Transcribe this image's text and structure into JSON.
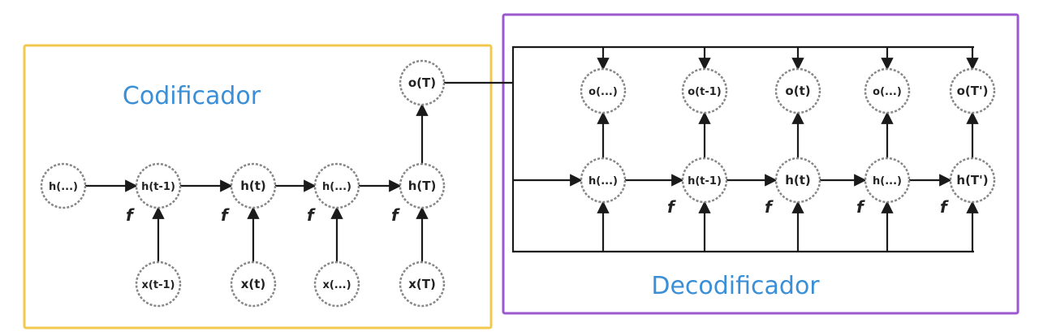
{
  "colors": {
    "encoder_border": "#f2c94c",
    "decoder_border": "#9b59d0",
    "section_title": "#3a8fd6",
    "node_stroke": "#888888",
    "arrow": "#1a1a1a"
  },
  "encoder": {
    "title": "Codificador",
    "hidden_nodes": [
      "h(...)",
      "h(t-1)",
      "h(t)",
      "h(...)",
      "h(T)"
    ],
    "input_nodes": [
      "x(t-1)",
      "x(t)",
      "x(...)",
      "x(T)"
    ],
    "output_node": "o(T)",
    "function_label": "f"
  },
  "decoder": {
    "title": "Decodificador",
    "hidden_nodes": [
      "h(...)",
      "h(t-1)",
      "h(t)",
      "h(...)",
      "h(T')"
    ],
    "output_nodes": [
      "o(...)",
      "o(t-1)",
      "o(t)",
      "o(...)",
      "o(T')"
    ],
    "function_label": "f"
  }
}
